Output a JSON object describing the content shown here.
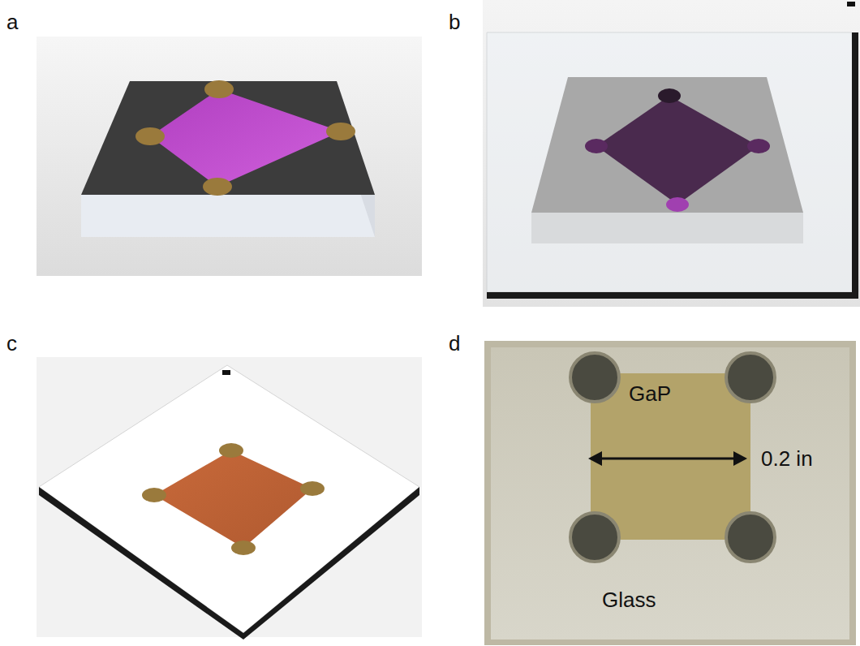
{
  "diagram": {
    "labels": [
      "a",
      "b",
      "c",
      "d",
      "GaP",
      "0.2 in",
      "Glass"
    ]
  }
}
